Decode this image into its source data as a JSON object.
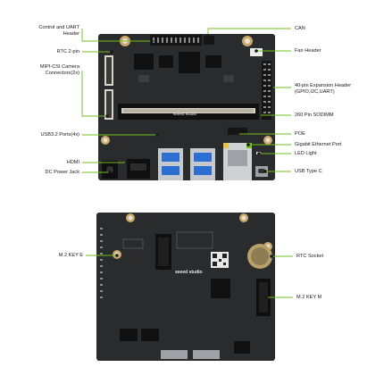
{
  "top_board": {
    "left_labels": [
      {
        "id": "uart",
        "lines": [
          "Control and UART",
          "Header"
        ]
      },
      {
        "id": "rtc2",
        "lines": [
          "RTC 2-pin"
        ]
      },
      {
        "id": "mipi",
        "lines": [
          "MIPI-CSI Camera",
          "Connectors(2x)"
        ]
      },
      {
        "id": "usb32",
        "lines": [
          "USB3.2 Ports(4x)"
        ]
      },
      {
        "id": "hdmi",
        "lines": [
          "HDMI"
        ]
      },
      {
        "id": "dcjack",
        "lines": [
          "DC Power Jack"
        ]
      }
    ],
    "right_labels": [
      {
        "id": "can",
        "lines": [
          "CAN"
        ]
      },
      {
        "id": "fan",
        "lines": [
          "Fan Header"
        ]
      },
      {
        "id": "gpio",
        "lines": [
          "40-pin Expansion Header",
          "(GPIO,I2C,UART)"
        ]
      },
      {
        "id": "sodimm",
        "lines": [
          "260 Pin SODIMM"
        ]
      },
      {
        "id": "poe",
        "lines": [
          "POE"
        ]
      },
      {
        "id": "eth",
        "lines": [
          "Gigabit Ethernet Port"
        ]
      },
      {
        "id": "led",
        "lines": [
          "LED Light"
        ]
      },
      {
        "id": "usbc",
        "lines": [
          "USB Type C"
        ]
      }
    ],
    "silk_text": "seeed studio"
  },
  "bottom_board": {
    "left_labels": [
      {
        "id": "m2e",
        "lines": [
          "M.2 KEY E"
        ]
      }
    ],
    "right_labels": [
      {
        "id": "rtcsocket",
        "lines": [
          "RTC Socket"
        ]
      },
      {
        "id": "m2m",
        "lines": [
          "M.2 KEY M"
        ]
      }
    ],
    "silk_text": "seeed studio"
  },
  "colors": {
    "pcb": "#2a2b2d",
    "pcb_dark": "#1c1c1e",
    "leader": "#6fbf1f",
    "dot": "#1a1a1a"
  }
}
